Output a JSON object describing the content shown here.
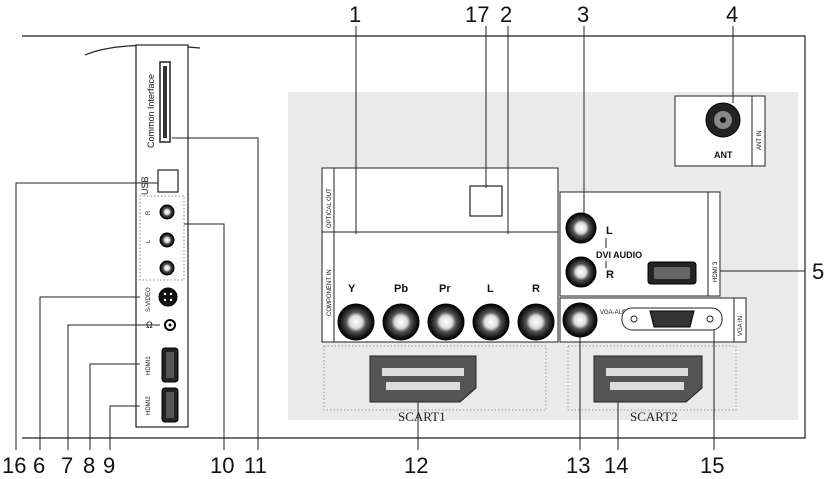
{
  "side_panel": {
    "common_interface": "Common Interface",
    "usb": "USB",
    "audio_r": "R",
    "audio_l": "L",
    "svideo": "S-VIDEO",
    "headphone": "Ω",
    "hdmi1": "HDMI1",
    "hdmi2": "HDMI2"
  },
  "rear_panel": {
    "ant": "ANT",
    "ant_in": "ANT IN",
    "optical_out": "OPTICAL OUT",
    "component_in": "COMPONENT IN",
    "comp_y": "Y",
    "comp_pb": "Pb",
    "comp_pr": "Pr",
    "comp_l": "L",
    "comp_r": "R",
    "dvi_audio": "DVI AUDIO",
    "dvi_l": "L",
    "dvi_r": "R",
    "hdmi3": "HDMI 3",
    "vga_audio": "VGA-AUDIO",
    "vga_in": "VGA IN",
    "scart1": "SCART1",
    "scart2": "SCART2"
  },
  "callouts": {
    "n1": "1",
    "n2": "2",
    "n3": "3",
    "n4": "4",
    "n5": "5",
    "n6": "6",
    "n7": "7",
    "n8": "8",
    "n9": "9",
    "n10": "10",
    "n11": "11",
    "n12": "12",
    "n13": "13",
    "n14": "14",
    "n15": "15",
    "n16": "16",
    "n17": "17"
  }
}
